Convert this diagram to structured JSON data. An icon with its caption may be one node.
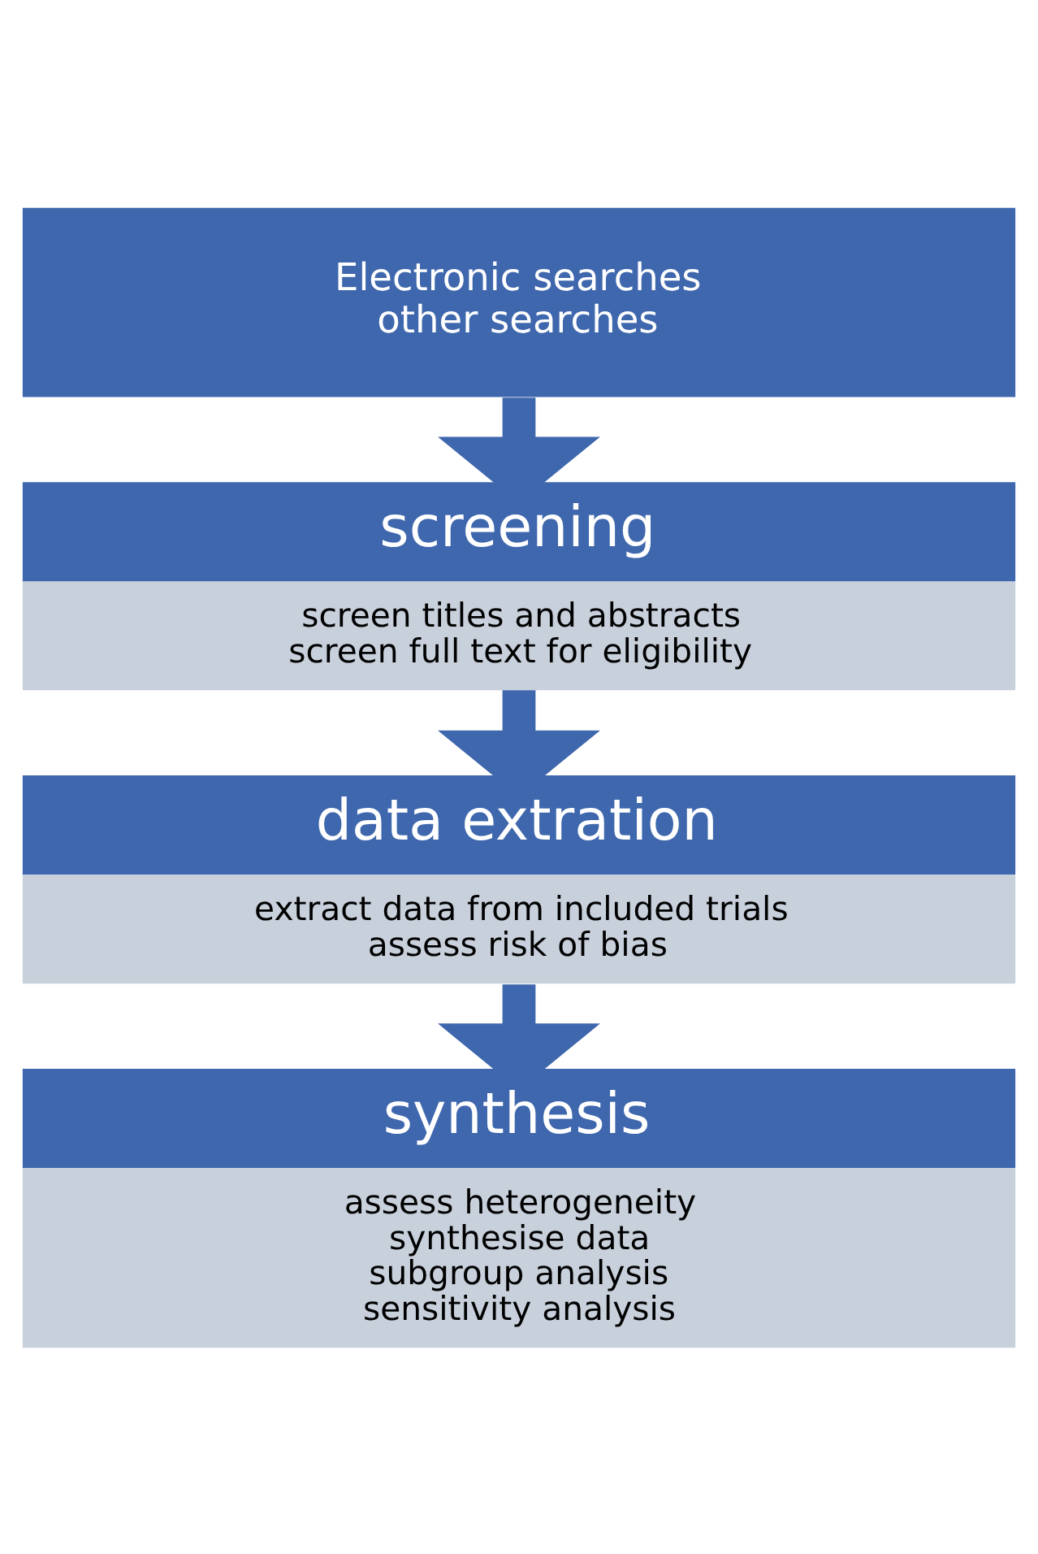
{
  "diagram": {
    "nodes": [
      {
        "text": [
          "Electronic searches",
          "other searches"
        ]
      },
      {
        "text": [
          "screening",
          "screen titles and abstracts",
          "screen full text for eligibility"
        ]
      },
      {
        "text": [
          "data extration",
          "extract data from included trials",
          "assess risk of bias"
        ]
      },
      {
        "text": [
          "synthesis",
          "assess heterogeneity",
          "synthesise data",
          "subgroup analysis",
          "sensitivity analysis"
        ]
      }
    ],
    "edges": [
      {
        "from": 0,
        "to": 1,
        "arrow": "to"
      },
      {
        "from": 1,
        "to": 2,
        "arrow": "to"
      },
      {
        "from": 2,
        "to": 3,
        "arrow": "to"
      }
    ]
  }
}
